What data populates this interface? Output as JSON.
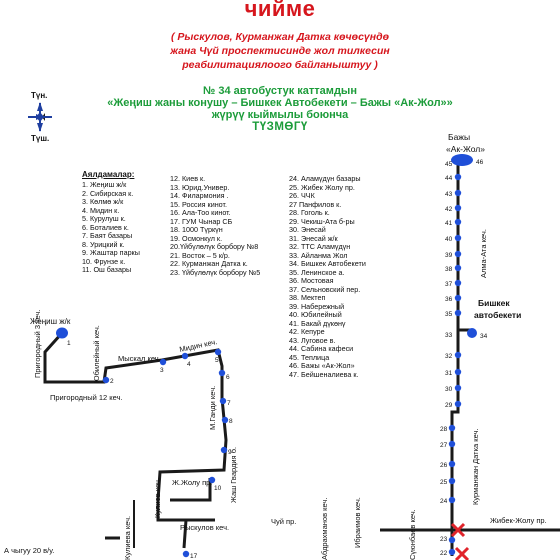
{
  "header": {
    "title": "чийме",
    "subtitle_1": "( Рыскулов, Курманжан Датка көчөсүндө",
    "subtitle_2": "жана Чүй проспектисинде жол тилкесин",
    "subtitle_3": "реабилитациялоого байланыштуу )"
  },
  "route": {
    "line_1": "№ 34 автобустук каттамдын",
    "line_2": "«Жеңиш жаны конушу – Бишкек Автобекети – Бажы «Ак-Жол»»",
    "line_3": "жүрүү кыймылы боюнча",
    "line_4": "ТҮЗМӨГҮ"
  },
  "compass": {
    "north": "Түн.",
    "south": "Түш."
  },
  "stops": {
    "heading": "Аялдамалар:",
    "col1": [
      "1. Жеңиш ж/к",
      "2. Сибирская к.",
      "3. Көлмө ж/к",
      "4. Мидин к.",
      "5. Курулуш к.",
      "6. Боталиев к.",
      "7. Баят базары",
      "8. Урицкий к.",
      "9. Жаштар паркы",
      "10. Фрунзе к.",
      "11. Ош базары"
    ],
    "col2": [
      "12. Киев к.",
      "13. Юрид.Универ.",
      "14. Филармония .",
      "15. Россия кинот.",
      "16. Ала-Тоо кинот.",
      "17. ГУМ Чынар СБ",
      "18. 1000 Түркүн",
      "19. Осмонкул к.",
      "20.Үйбүлөлүк борбору №8",
      "21. Восток – 5 к/р.",
      "22. Курманжан Датка к.",
      "23. Үйбүлөлүк борбору №5"
    ],
    "col3": [
      "24. Аламүдүн базары",
      "25. Жибек Жолу пр.",
      "26. ЧЧК",
      "27 Панфилов к.",
      "28. Гоголь к.",
      "29. Чекиш-Ата б-ры",
      "30. Энесай",
      "31. Энесай ж/к",
      "32. ТТС Аламүдүн",
      "33. Айланма Жол",
      "34. Бишкек Автобекети",
      "35. Ленинское а.",
      "36. Мостовая",
      "37. Сельновский пер.",
      "38. Мектеп",
      "39. Набережный",
      "40. Юбилейный",
      "41. Бакай дүкөнү",
      "42. Кепуре",
      "43. Луговое в.",
      "44. Сабина кафеси",
      "45. Теплица",
      "46. Бажы «Ак-Жол»",
      "47. Бейшеналиева к."
    ]
  },
  "map": {
    "start_label": "Жеңиш ж/к",
    "end_label_1": "Бажы",
    "end_label_2": "«Ак-Жол»",
    "station_label_1": "Бишкек",
    "station_label_2": "автобекети",
    "streets": {
      "prigorodny3": "Пригородный 3 кеч.",
      "yubileyny": "Юбилейный кеч.",
      "prigorodny12": "Пригородный 12 кеч.",
      "myskal": "Мыскал кеч.",
      "midin": "Мидин кеч.",
      "mgandi": "М.Ганди кеч.",
      "zhzholu": "Ж.Жолу пр.",
      "zhashgvardiya": "Жаш Гвардия б.",
      "kulievkech": "Кулиев кеч.",
      "kulieva2": "Кулиева кеч.",
      "ryskulov": "Рыскулов кеч.",
      "chuy": "Чуй пр.",
      "abdrakhmanov": "Абдрахманов кеч.",
      "ibraimov": "Ибраимов кеч.",
      "suyunbaev": "Сүюнбаев кеч.",
      "almaata": "Алма-Ата кеч.",
      "kurmanzhan": "Курманжан Датка кеч.",
      "zhibekzholu": "Жибек-Жолу пр.",
      "footnote": "А чыгуу 20 в/у."
    },
    "stop_numbers": [
      "1",
      "2",
      "3",
      "4",
      "5",
      "6",
      "7",
      "8",
      "9",
      "10",
      "17",
      "22",
      "23",
      "24",
      "25",
      "26",
      "27",
      "28",
      "29",
      "30",
      "31",
      "32",
      "33",
      "34",
      "35",
      "36",
      "37",
      "38",
      "39",
      "40",
      "41",
      "42",
      "43",
      "44",
      "45",
      "46"
    ]
  },
  "colors": {
    "title_red": "#d6161d",
    "route_green": "#1c9c3a",
    "stop_blue": "#1f4fd8",
    "closure_red": "#e0242b"
  }
}
